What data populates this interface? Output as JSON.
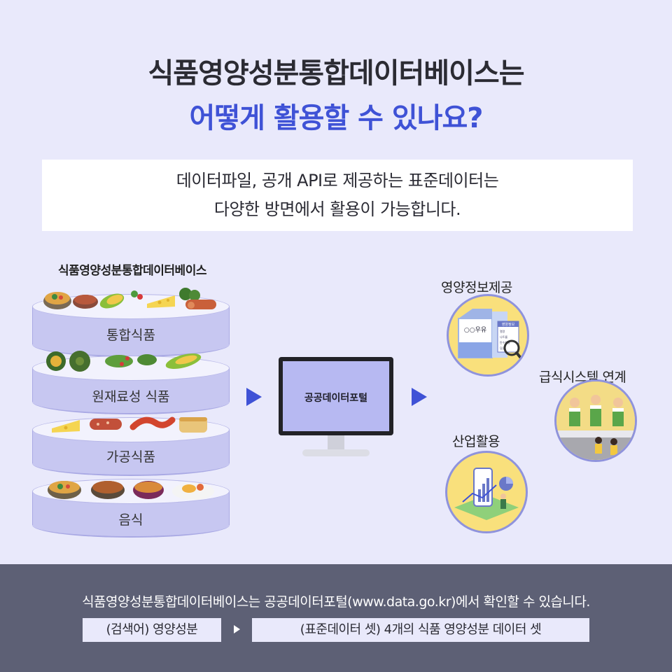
{
  "title": {
    "line1": "식품영양성분통합데이터베이스는",
    "line2": "어떻게 활용할 수 있나요?"
  },
  "intro": {
    "line1": "데이터파일, 공개 API로 제공하는 표준데이터는",
    "line2": "다양한 방면에서 활용이 가능합니다."
  },
  "database": {
    "label": "식품영양성분통합데이터베이스",
    "tiers": [
      {
        "label": "통합식품"
      },
      {
        "label": "원재료성 식품"
      },
      {
        "label": "가공식품"
      },
      {
        "label": "음식"
      }
    ]
  },
  "portal": {
    "label": "공공데이터포털"
  },
  "uses": {
    "nutrition_info": {
      "label": "영양정보제공",
      "milk_label": "○○우유",
      "table_title": "영양정보",
      "table_rows": [
        "열량",
        "나트륨",
        "탄수화물",
        "당류"
      ]
    },
    "meal_system": {
      "label": "급식시스템 연계"
    },
    "industry": {
      "label": "산업활용"
    }
  },
  "colors": {
    "accent": "#3f52d6",
    "background": "#e9e9fb",
    "tier": "#c7c7f1",
    "circle": "#f9e07c",
    "footer": "#5d6075"
  },
  "footer": {
    "message": "식품영양성분통합데이터베이스는 공공데이터포털(www.data.go.kr)에서 확인할 수 있습니다.",
    "search_chip": "(검색어) 영양성분",
    "result_chip": "(표준데이터 셋) 4개의 식품 영양성분 데이터 셋"
  }
}
